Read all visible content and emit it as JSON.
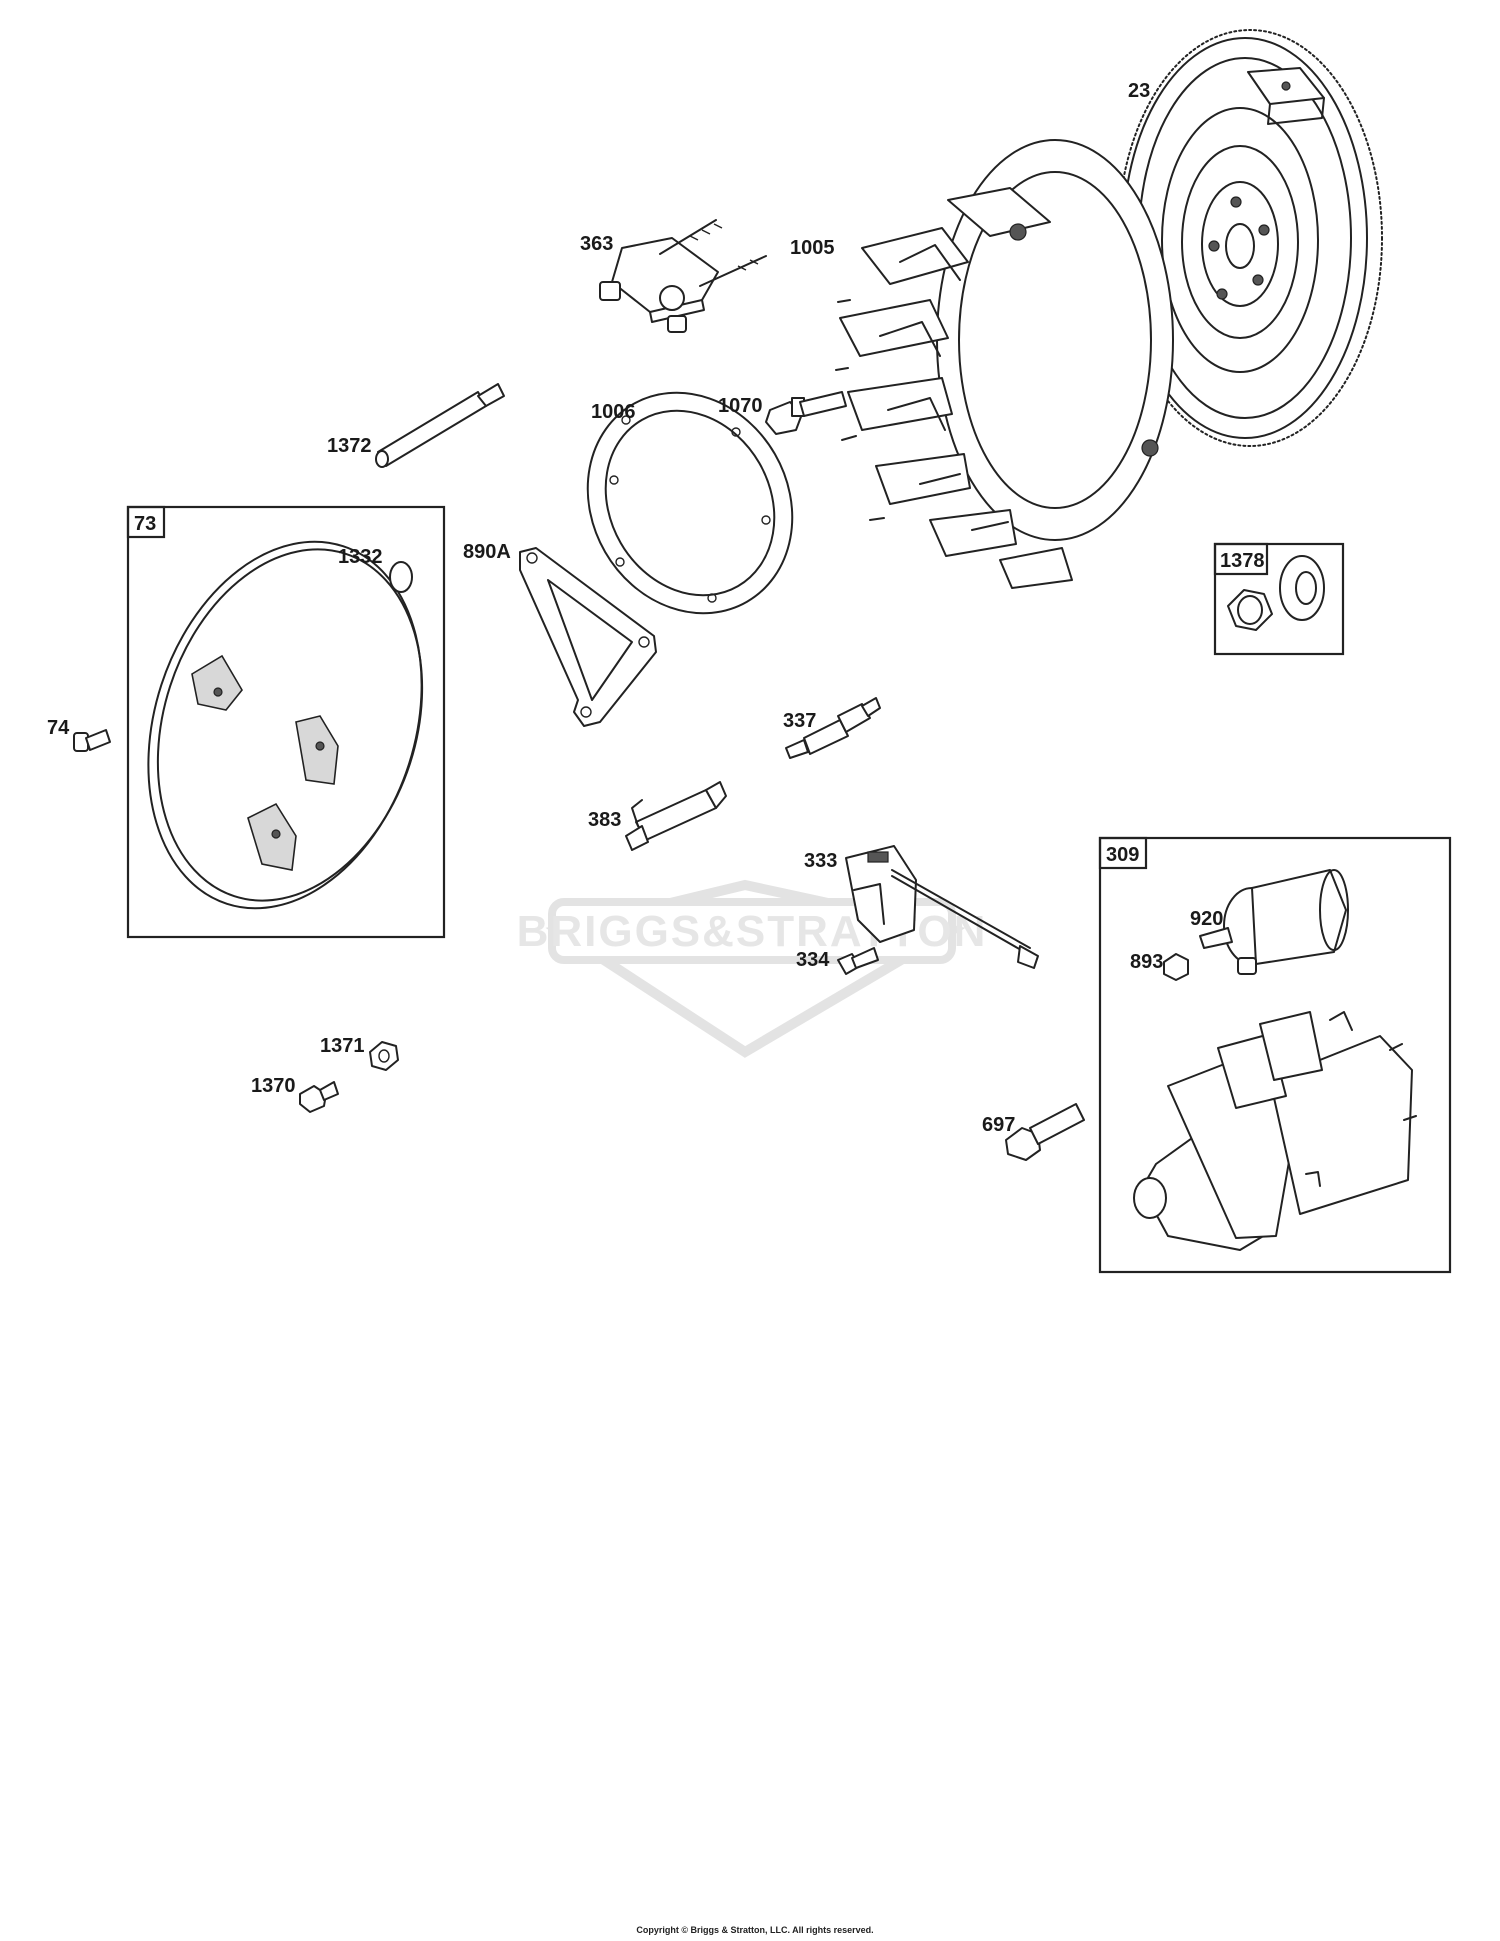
{
  "watermark": {
    "brand": "BRIGGS&STRATTON"
  },
  "copyright": "Copyright © Briggs & Stratton, LLC. All rights reserved.",
  "callouts": {
    "c23": "23",
    "c363": "363",
    "c1005": "1005",
    "c1070": "1070",
    "c1006": "1006",
    "c1372": "1372",
    "c73": "73",
    "c1332": "1332",
    "c890A": "890A",
    "c1378": "1378",
    "c74": "74",
    "c337": "337",
    "c383": "383",
    "c333": "333",
    "c334": "334",
    "c309": "309",
    "c920": "920",
    "c893": "893",
    "c1371": "1371",
    "c1370": "1370",
    "c697": "697"
  }
}
